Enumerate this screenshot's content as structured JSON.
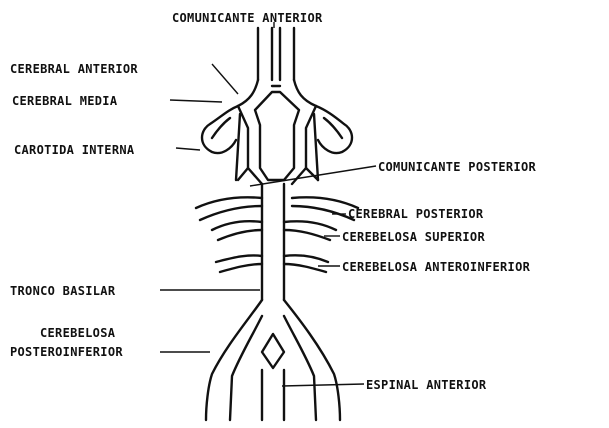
{
  "labels": {
    "comunicante_anterior": "COMUNICANTE ANTERIOR",
    "cerebral_anterior": "CEREBRAL ANTERIOR",
    "cerebral_media": "CEREBRAL MEDIA",
    "carotida_interna": "CAROTIDA INTERNA",
    "comunicante_posterior": "COMUNICANTE POSTERIOR",
    "cerebral_posterior": "CEREBRAL POSTERIOR",
    "cerebelosa_superior": "CEREBELOSA SUPERIOR",
    "cerebelosa_anteroinferior": "CEREBELOSA ANTEROINFERIOR",
    "tronco_basilar": "TRONCO BASILAR",
    "cerebelosa_posteroinferior_line1": "CEREBELOSA",
    "cerebelosa_posteroinferior_line2": "POSTEROINFERIOR",
    "espinal_anterior": "ESPINAL ANTERIOR"
  }
}
